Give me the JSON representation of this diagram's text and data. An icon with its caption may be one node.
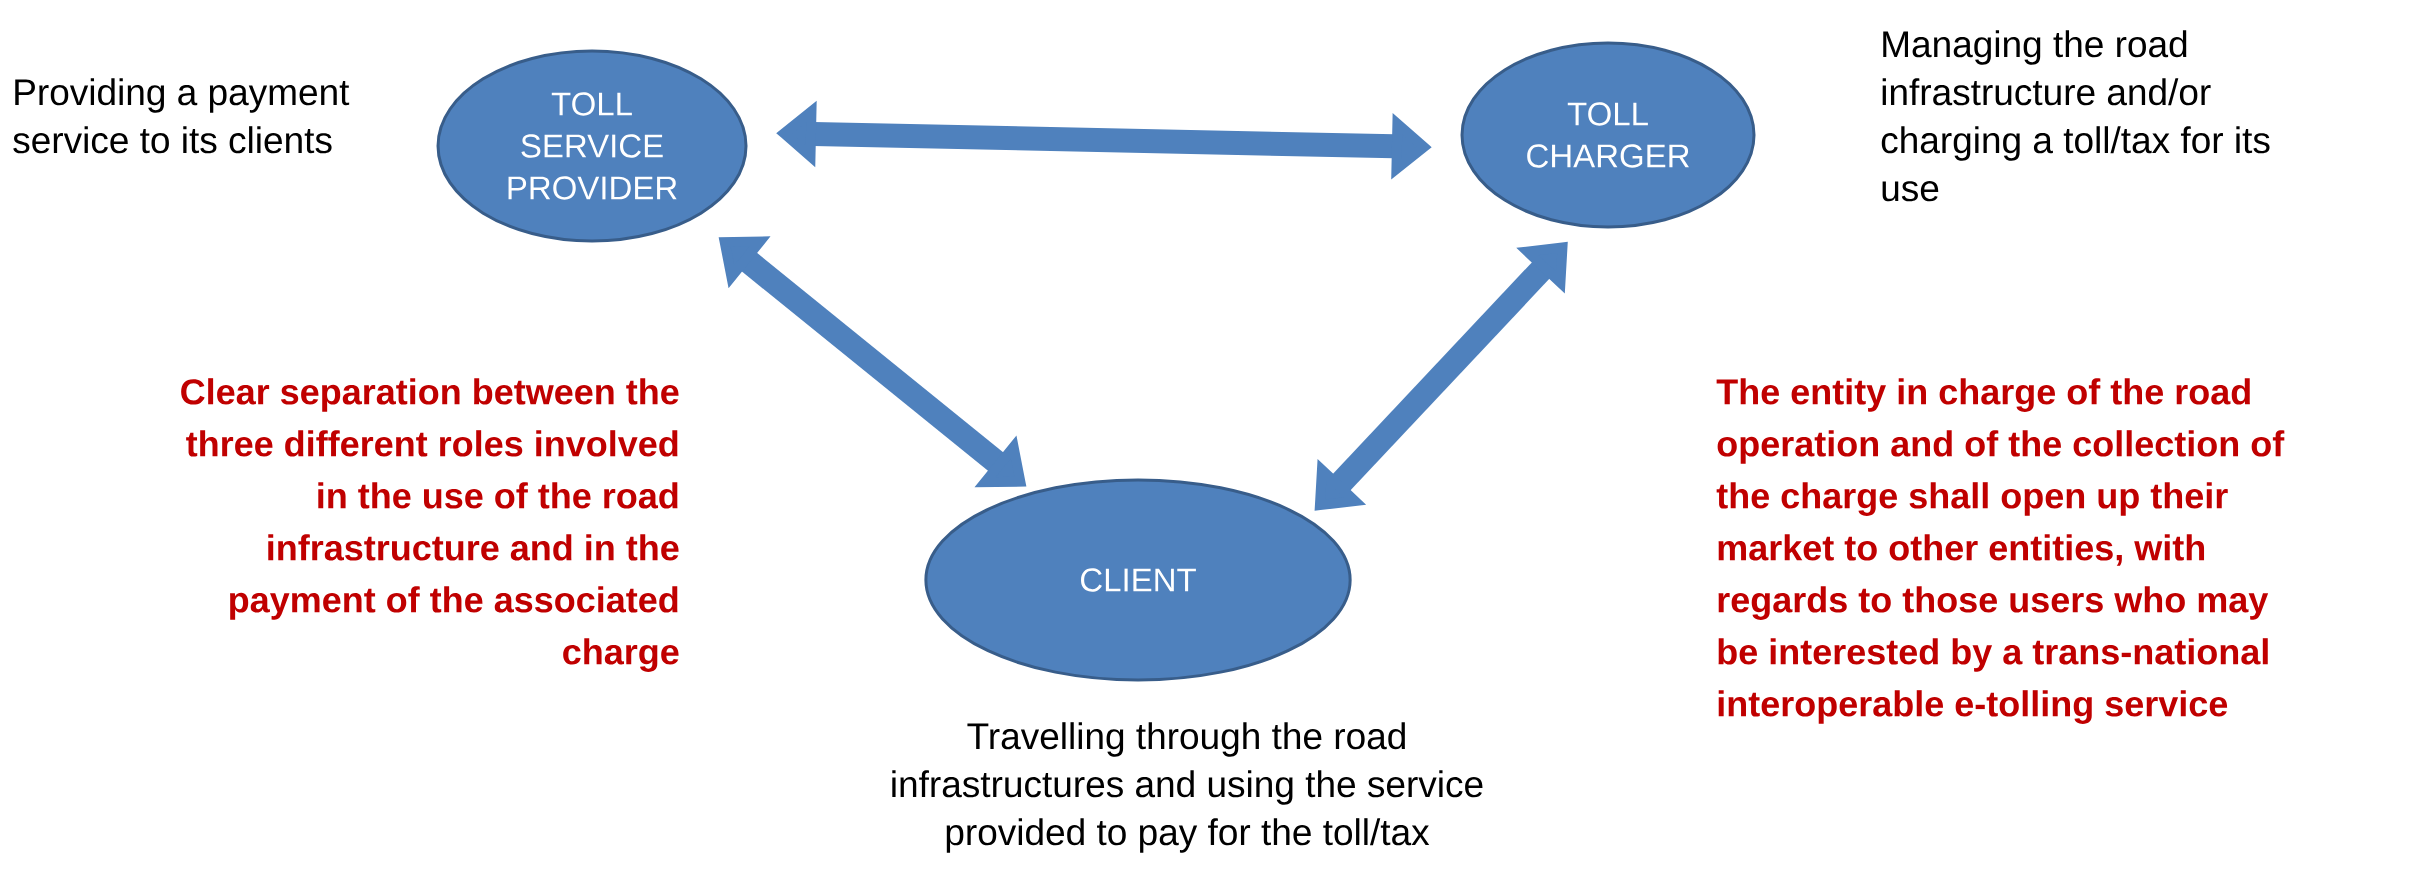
{
  "diagram": {
    "nodes": [
      {
        "text": [
          "TOLL SERVICE PROVIDER"
        ],
        "beside": [
          "Providing a payment service to its clients"
        ]
      },
      {
        "text": [
          "TOLL CHARGER"
        ],
        "beside": [
          "Managing the road infrastructure and/or charging a toll/tax for its use"
        ]
      },
      {
        "text": [
          "CLIENT"
        ],
        "beside": [
          "Travelling through the road infrastructures and using the service provided to pay for the toll/tax"
        ]
      }
    ],
    "edges": [
      {
        "from": 0,
        "to": 1,
        "arrow": "both"
      },
      {
        "from": 0,
        "to": 2,
        "arrow": "both"
      },
      {
        "from": 1,
        "to": 2,
        "arrow": "both"
      }
    ],
    "labels": [
      "Clear separation between the three different roles involved in the use of the road infrastructure and in the payment of the associated charge",
      "The entity in charge of the road operation and of the collection of the charge shall open up their market to other entities, with regards to those users who may be interested by a trans-national interoperable e-tolling service"
    ]
  }
}
